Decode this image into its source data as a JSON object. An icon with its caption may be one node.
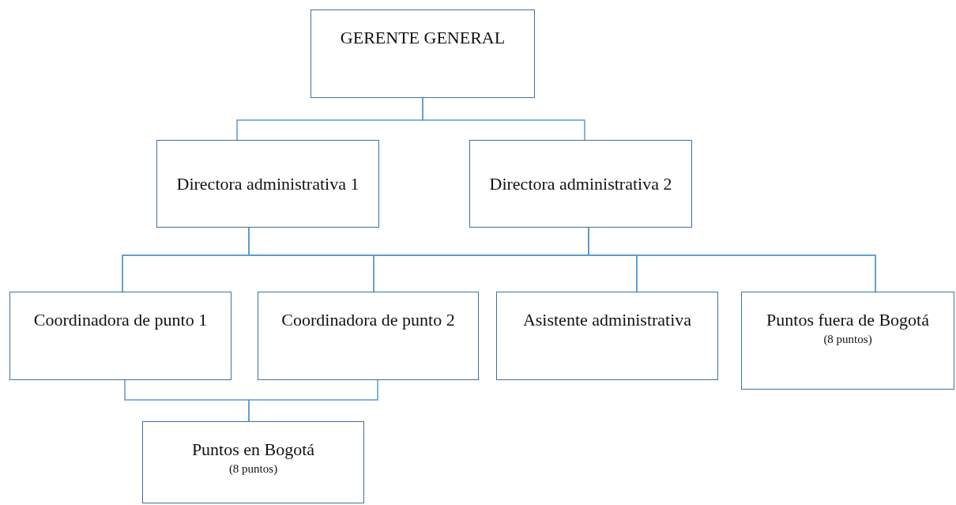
{
  "diagram": {
    "nodes": [
      {
        "text": [
          "GERENTE GENERAL"
        ]
      },
      {
        "text": [
          "Directora administrativa 1"
        ]
      },
      {
        "text": [
          "Directora administrativa 2"
        ]
      },
      {
        "text": [
          "Coordinadora de punto 1"
        ]
      },
      {
        "text": [
          "Coordinadora de punto 2"
        ]
      },
      {
        "text": [
          "Asistente administrativa"
        ]
      },
      {
        "text": [
          "Puntos fuera de Bogotá",
          "(8 puntos)"
        ]
      },
      {
        "text": [
          "Puntos en Bogotá",
          "(8 puntos)"
        ]
      }
    ],
    "edges": [
      {
        "from": 0,
        "to": 1,
        "arrow": "none"
      },
      {
        "from": 0,
        "to": 2,
        "arrow": "none"
      },
      {
        "from": 1,
        "to": 3,
        "arrow": "none"
      },
      {
        "from": 1,
        "to": 4,
        "arrow": "none"
      },
      {
        "from": 1,
        "to": 5,
        "arrow": "none"
      },
      {
        "from": 1,
        "to": 6,
        "arrow": "none"
      },
      {
        "from": 2,
        "to": 3,
        "arrow": "none"
      },
      {
        "from": 2,
        "to": 4,
        "arrow": "none"
      },
      {
        "from": 2,
        "to": 5,
        "arrow": "none"
      },
      {
        "from": 2,
        "to": 6,
        "arrow": "none"
      },
      {
        "from": 3,
        "to": 7,
        "arrow": "none"
      },
      {
        "from": 4,
        "to": 7,
        "arrow": "none"
      }
    ]
  }
}
